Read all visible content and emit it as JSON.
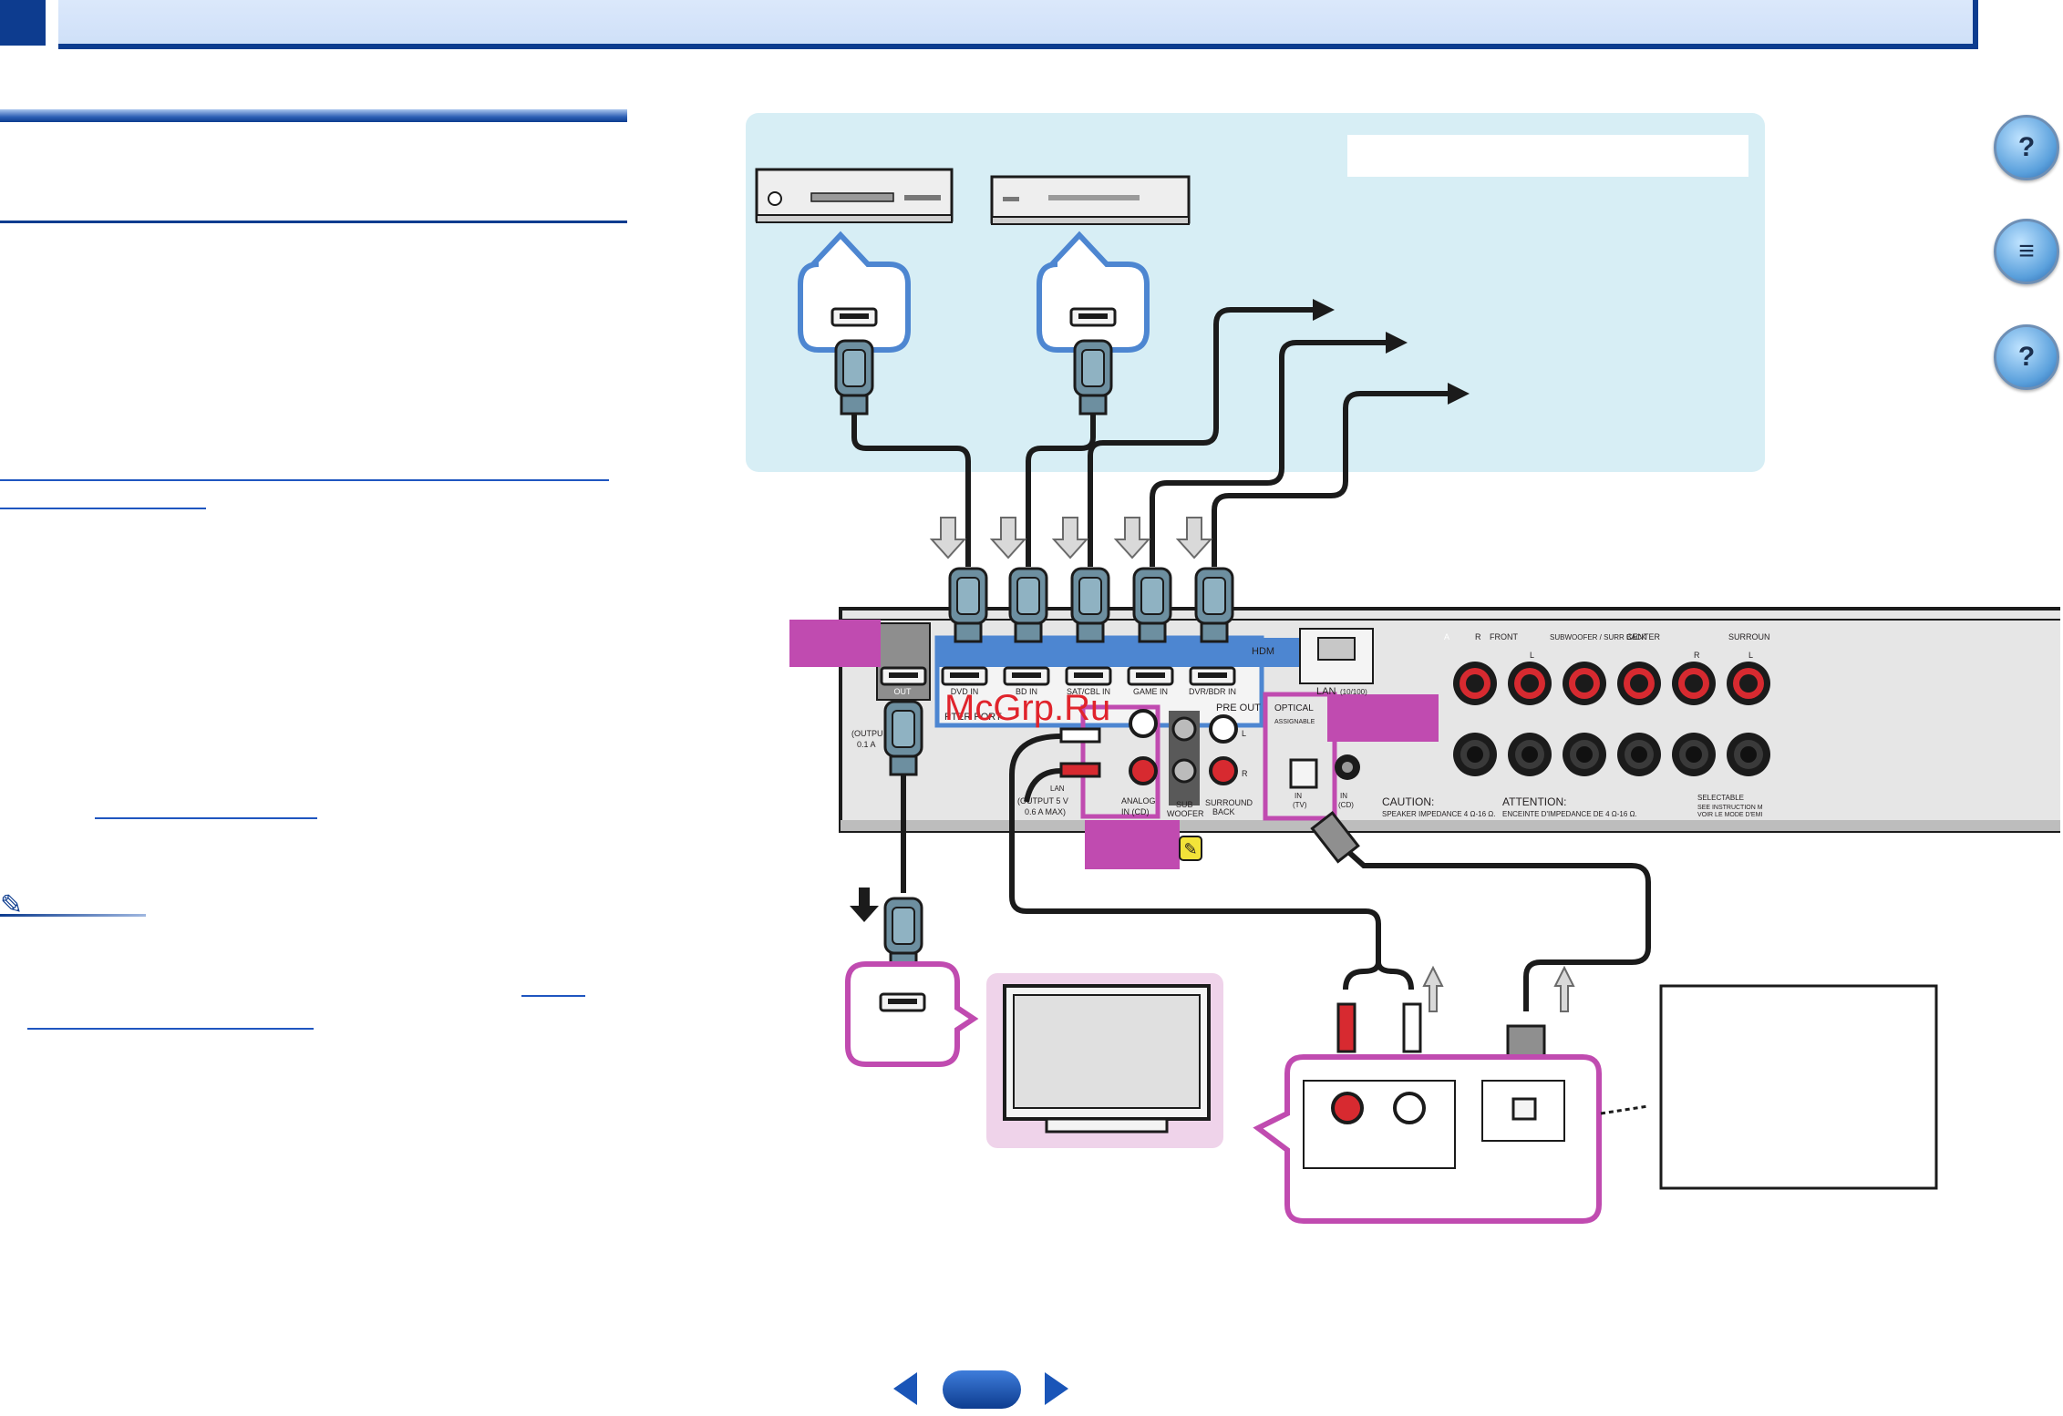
{
  "watermark": "McGrp.Ru",
  "panel_labels": {
    "front": "FRONT",
    "subwoofer_surr_back": "SUBWOOFER / SURR BACK",
    "center": "CENTER",
    "surround": "SURROUN",
    "speaker_a": "A",
    "speaker_r1": "R",
    "speaker_l1": "L",
    "speaker_r2": "R",
    "speaker_l2": "L",
    "hdmi": "HDM",
    "hdmi_out": "OUT",
    "dvd_in": "DVD IN",
    "bd_in": "BD IN",
    "sat_cbl_in": "SAT/CBL IN",
    "game_in": "GAME IN",
    "dvr_bdr_in": "DVR/BDR IN",
    "lan": "LAN",
    "lan_speed": "(10/100)",
    "adapter_port": "PTER PORT",
    "output_left_1": "(OUTPU",
    "output_left_2": "0.1 A",
    "pre_out": "PRE OUT",
    "pre_out_l": "L",
    "pre_out_r": "R",
    "optical": "OPTICAL",
    "assignable": "ASSIGNABLE",
    "optical_in_tv": "IN",
    "optical_tv": "(TV)",
    "optical_in_cd": "IN",
    "optical_cd": "(CD)",
    "output_5v_1": "(OUTPUT  5 V",
    "output_5v_2": "0.6 A  MAX)",
    "analog_1": "ANALOG",
    "analog_2": "IN   (CD)",
    "sub_1": "SUB",
    "sub_2": "WOOFER",
    "surround_back_1": "SURROUND",
    "surround_back_2": "BACK",
    "caution_title": "CAUTION:",
    "caution_text": "SPEAKER IMPEDANCE 4 Ω-16 Ω.",
    "attention_title": "ATTENTION:",
    "attention_text": "ENCEINTE D'IMPEDANCE DE 4 Ω-16 Ω.",
    "selectable": "SELECTABLE",
    "instruction_1": "SEE INSTRUCTION M",
    "instruction_2": "VOIR LE MODE D'EMI",
    "lan_small": "LAN"
  },
  "side_icons": [
    {
      "name": "book-icon",
      "glyph": "?"
    },
    {
      "name": "remote-icon",
      "glyph": "≡"
    },
    {
      "name": "help-icon",
      "glyph": "?"
    }
  ],
  "colors": {
    "accent_blue": "#0d3c8f",
    "callout_blue": "#4d86d1",
    "magenta": "#c04bb0",
    "panel_bg": "#d7eef5"
  }
}
